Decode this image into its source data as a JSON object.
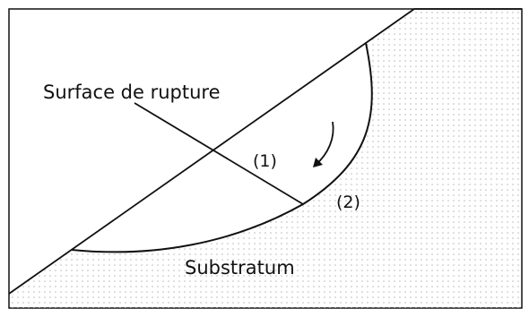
{
  "diagram": {
    "labels": {
      "rupture_surface": "Surface de rupture",
      "point_one": "(1)",
      "point_two": "(2)",
      "substratum": "Substratum"
    },
    "colors": {
      "line": "#111111",
      "ground_dots": "#b8b8b8",
      "background": "#ffffff"
    }
  }
}
